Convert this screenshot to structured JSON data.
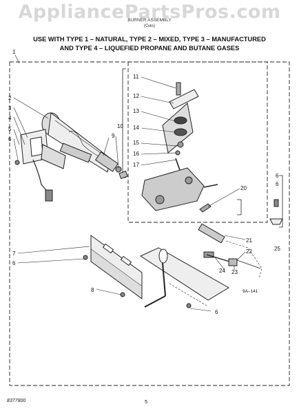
{
  "watermark": "AppliancePartsPros.com",
  "header": {
    "subtitle": "BURNER ASSEMBLY",
    "subtitle2": "(Gas)",
    "line1": "USE WITH TYPE 1 – NATURAL, TYPE 2 – MIXED, TYPE 3 – MANUFACTURED",
    "line2": "AND TYPE 4 – LIQUEFIED PROPANE AND BUTANE GASES"
  },
  "callouts": [
    "1",
    "2",
    "3",
    "4",
    "5",
    "6",
    "7",
    "8",
    "9",
    "10",
    "11",
    "12",
    "13",
    "14",
    "15",
    "16",
    "17",
    "20",
    "21",
    "22",
    "23",
    "24",
    "25"
  ],
  "footer": {
    "code": "8377800",
    "page": "5",
    "ref": "9A–141"
  }
}
